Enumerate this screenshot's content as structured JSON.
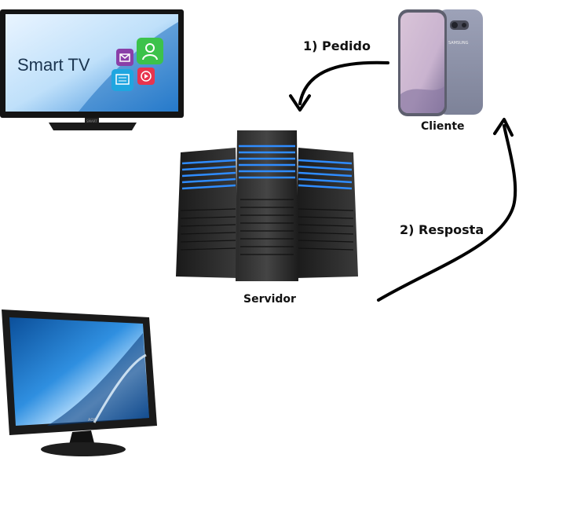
{
  "tv": {
    "brand_text": "Smart TV",
    "bezel_logo": "SMART"
  },
  "phone": {
    "label": "Cliente",
    "back_brand": "SAMSUNG"
  },
  "server": {
    "label": "Servidor"
  },
  "monitor": {
    "bezel_brand": "AOC"
  },
  "arrows": {
    "request_label": "1) Pedido",
    "response_label": "2) Resposta"
  },
  "colors": {
    "server_glow": "#2f8cff",
    "tv_screen": "#2a7fd6",
    "arrow": "#000000"
  },
  "icons": [
    "mail-icon",
    "user-icon",
    "chat-icon",
    "play-icon"
  ]
}
